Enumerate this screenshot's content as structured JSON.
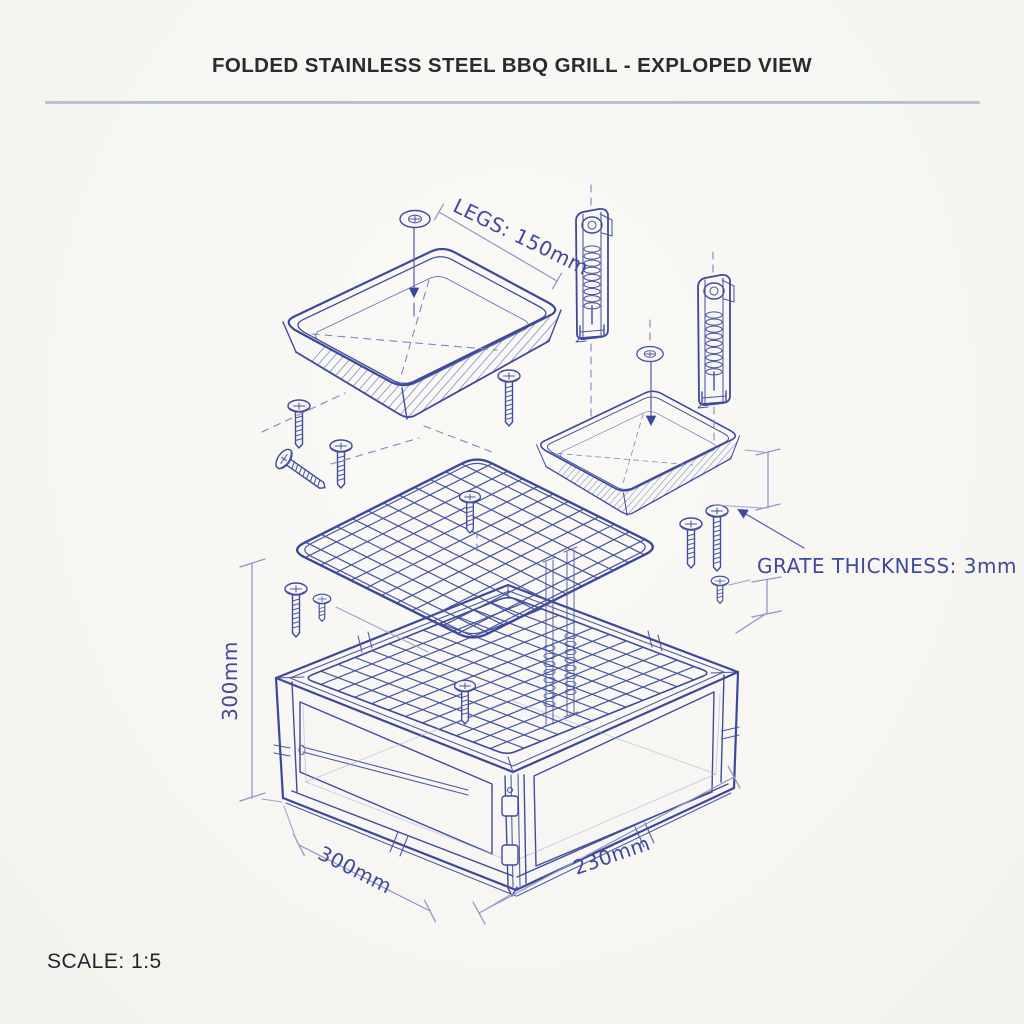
{
  "header": {
    "title": "FOLDED STAINLESS STEEL BBQ GRILL - EXPLOPED VIEW"
  },
  "footer": {
    "scale_label": "SCALE: 1:5"
  },
  "annotations": {
    "legs_dim": "LEGS: 150mm",
    "grate_thickness": "GRATE THICKNESS: 3mm",
    "height_dim": "300mm",
    "depth_dim": "300mm",
    "width_dim": "230mm"
  },
  "colors": {
    "paper": "#f8f7f4",
    "ink": "#3c4899",
    "ink_light": "#8d97c6",
    "label_text": "#3e4a9a",
    "divider": "#b7c2d5",
    "title_text": "#2a2a31"
  }
}
